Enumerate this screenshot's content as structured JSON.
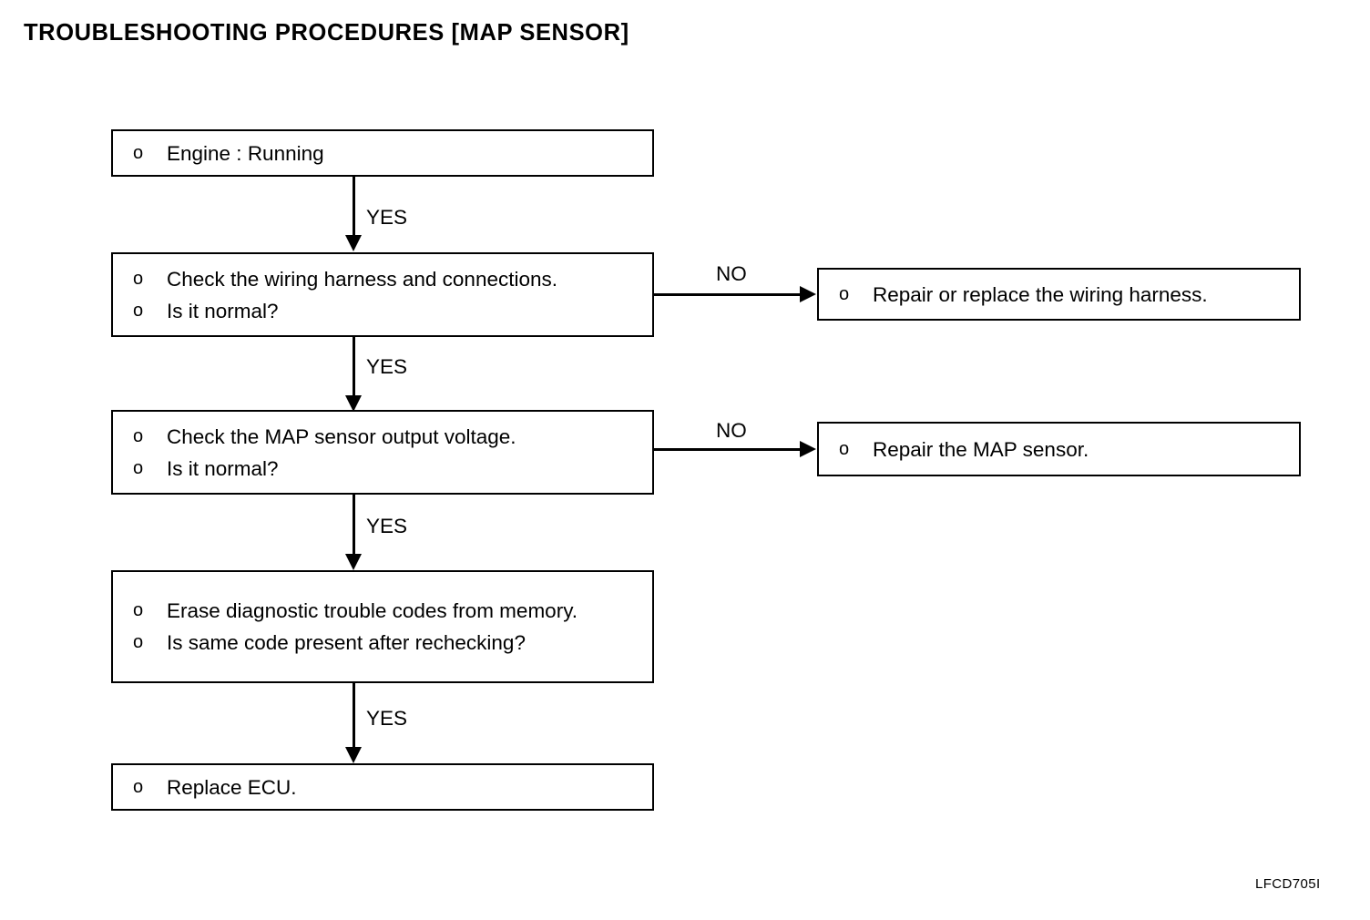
{
  "document": {
    "title": "TROUBLESHOOTING PROCEDURES [MAP SENSOR]",
    "figure_code": "LFCD705I",
    "bullet_marker": "o",
    "colors": {
      "background": "#ffffff",
      "ink": "#000000",
      "box_border": "#000000"
    }
  },
  "flow": {
    "nodes": [
      {
        "id": "engine-running",
        "lines": [
          "Engine : Running"
        ]
      },
      {
        "id": "check-wiring-harness",
        "lines": [
          "Check the wiring harness and connections.",
          "Is it normal?"
        ]
      },
      {
        "id": "repair-wiring-harness",
        "lines": [
          "Repair or replace the wiring harness."
        ]
      },
      {
        "id": "check-map-output-voltage",
        "lines": [
          "Check the MAP sensor output voltage.",
          "Is it normal?"
        ]
      },
      {
        "id": "repair-map-sensor",
        "lines": [
          "Repair the MAP sensor."
        ]
      },
      {
        "id": "erase-trouble-codes",
        "lines": [
          "Erase diagnostic trouble codes from memory.",
          "Is same code present after rechecking?"
        ]
      },
      {
        "id": "replace-ecu",
        "lines": [
          "Replace ECU."
        ]
      }
    ],
    "edges": [
      {
        "id": "edge-yes-1",
        "label": "YES",
        "from": "engine-running",
        "to": "check-wiring-harness"
      },
      {
        "id": "edge-no-1",
        "label": "NO",
        "from": "check-wiring-harness",
        "to": "repair-wiring-harness"
      },
      {
        "id": "edge-yes-2",
        "label": "YES",
        "from": "check-wiring-harness",
        "to": "check-map-output-voltage"
      },
      {
        "id": "edge-no-2",
        "label": "NO",
        "from": "check-map-output-voltage",
        "to": "repair-map-sensor"
      },
      {
        "id": "edge-yes-3",
        "label": "YES",
        "from": "check-map-output-voltage",
        "to": "erase-trouble-codes"
      },
      {
        "id": "edge-yes-4",
        "label": "YES",
        "from": "erase-trouble-codes",
        "to": "replace-ecu"
      }
    ]
  }
}
